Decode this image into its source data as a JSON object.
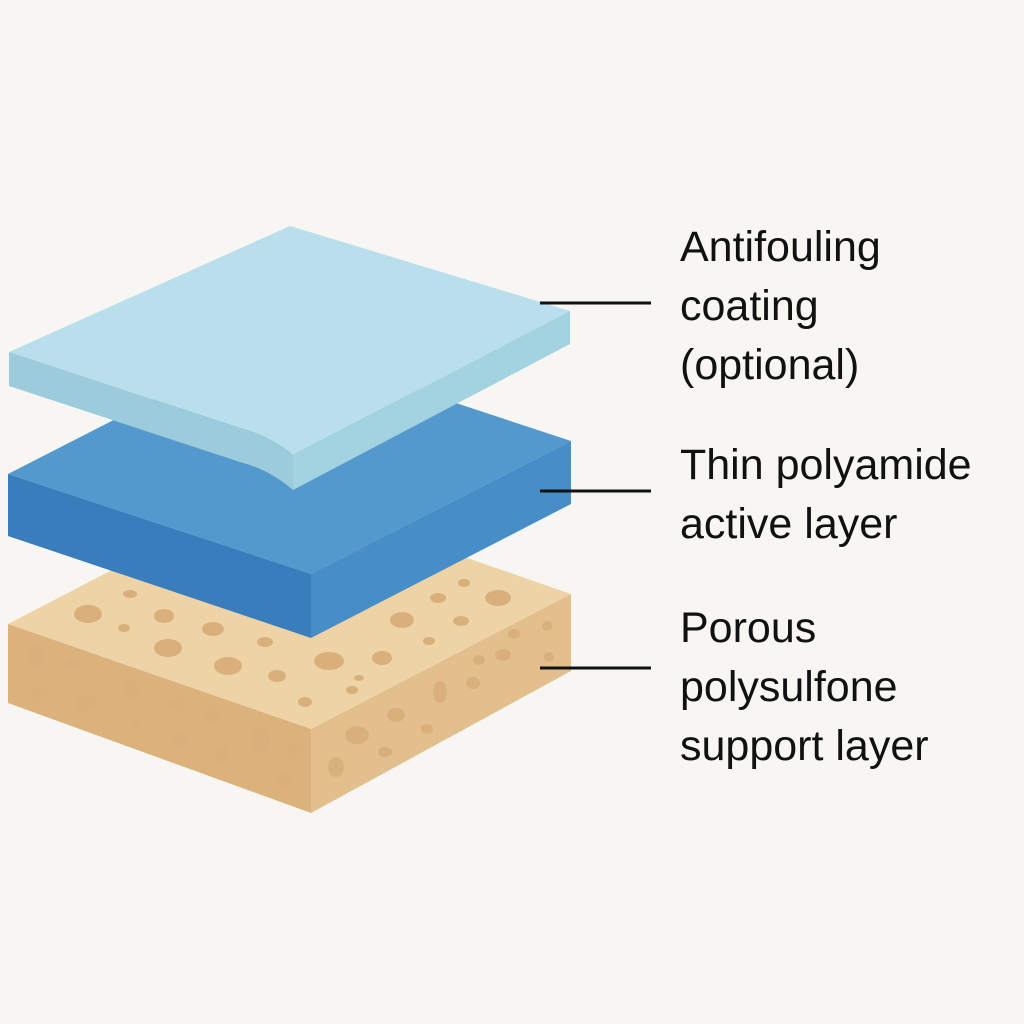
{
  "layers": [
    {
      "name": "Antifouling coating (optional)",
      "lines": [
        "Antifouling",
        "coating",
        "(optional)"
      ],
      "color": "#b7deeb"
    },
    {
      "name": "Thin polyamide active layer",
      "lines": [
        "Thin polyamide",
        "active layer"
      ],
      "color": "#5499cd"
    },
    {
      "name": "Porous polysulfone support layer",
      "lines": [
        "Porous",
        "polysulfone",
        "support layer"
      ],
      "color": "#edd3a6"
    }
  ]
}
